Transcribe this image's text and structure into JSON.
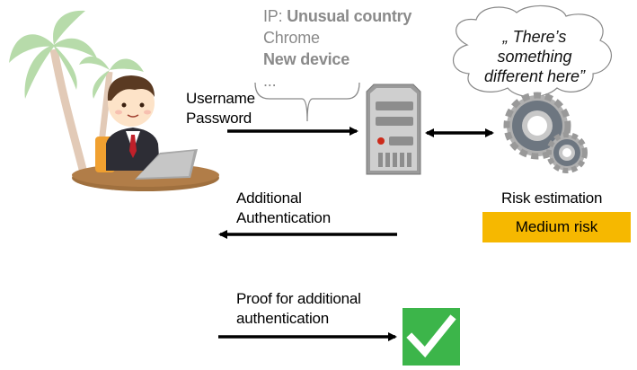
{
  "request_attributes": {
    "ip_prefix": "IP: ",
    "ip_value": "Unusual country",
    "browser": "Chrome",
    "device": "New device",
    "more": "..."
  },
  "credentials": {
    "line1": "Username",
    "line2": "Password"
  },
  "thought_bubble": {
    "line1": "„ There’s",
    "line2": "something",
    "line3": "different here”"
  },
  "risk": {
    "label": "Risk estimation",
    "level": "Medium risk",
    "badge_color": "#f6b800"
  },
  "additional_auth": {
    "line1": "Additional",
    "line2": "Authentication"
  },
  "proof": {
    "line1": "Proof for additional",
    "line2": "authentication",
    "success_color": "#3cb54a"
  },
  "icons": [
    "palm-tree-icon",
    "user-at-laptop-icon",
    "server-icon",
    "gears-icon",
    "thought-cloud-icon",
    "checkmark-icon"
  ]
}
